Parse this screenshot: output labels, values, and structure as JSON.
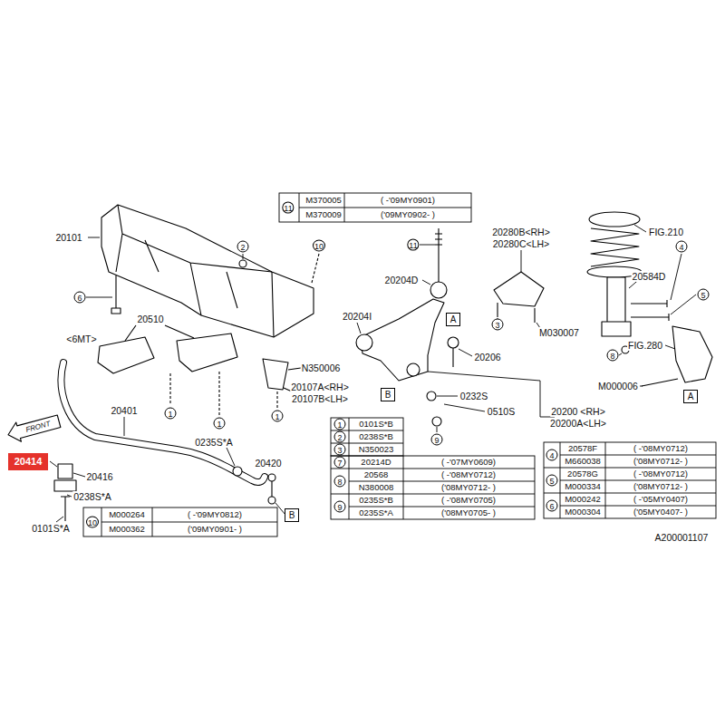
{
  "diagram": {
    "nodes": [
      {
        "text": [
          "A"
        ]
      },
      {
        "text": [
          "B"
        ]
      },
      {
        "text": [
          "A"
        ]
      },
      {
        "text": [
          "20414"
        ]
      },
      {
        "text": [
          "B"
        ]
      }
    ],
    "labels": [
      "11",
      "M370005",
      "( -'09MY0901)",
      "M370009",
      "('09MY0902- )",
      "20101",
      "2",
      "10",
      "11",
      "20280B<RH>",
      "20280C<LH>",
      "FIG.210",
      "4",
      "20204D",
      "6",
      "20510",
      "20584D",
      "5",
      "20204I",
      "3",
      "M030007",
      "<6MT>",
      "FIG.280",
      "20206",
      "8",
      "N350006",
      "M000006",
      "20107A<RH>",
      "20107B<LH>",
      "0232S",
      "20401",
      "0510S",
      "20200 <RH>",
      "20200A<LH>",
      "1",
      "1",
      "1",
      "9",
      "FRONT",
      "1",
      "0101S*B",
      "2",
      "0238S*B",
      "3",
      "N350023",
      "7",
      "20214D",
      "( -'07MY0609)",
      "8",
      "20568",
      "( -'08MY0712)",
      "N380008",
      "('08MY0712- )",
      "9",
      "0235S*B",
      "( -'08MY0705)",
      "0235S*A",
      "('08MY0705- )",
      "4",
      "20578F",
      "( -'08MY0712)",
      "M660038",
      "('08MY0712- )",
      "5",
      "20578G",
      "( -'08MY0712)",
      "M000334",
      "('08MY0712- )",
      "6",
      "M000242",
      "( -'05MY0407)",
      "M000304",
      "('05MY0407- )",
      "0235S*A",
      "20420",
      "20416",
      "0238S*A",
      "0101S*A",
      "10",
      "M000264",
      "( -'09MY0812)",
      "M000362",
      "('09MY0901- )",
      "A200001107"
    ]
  }
}
